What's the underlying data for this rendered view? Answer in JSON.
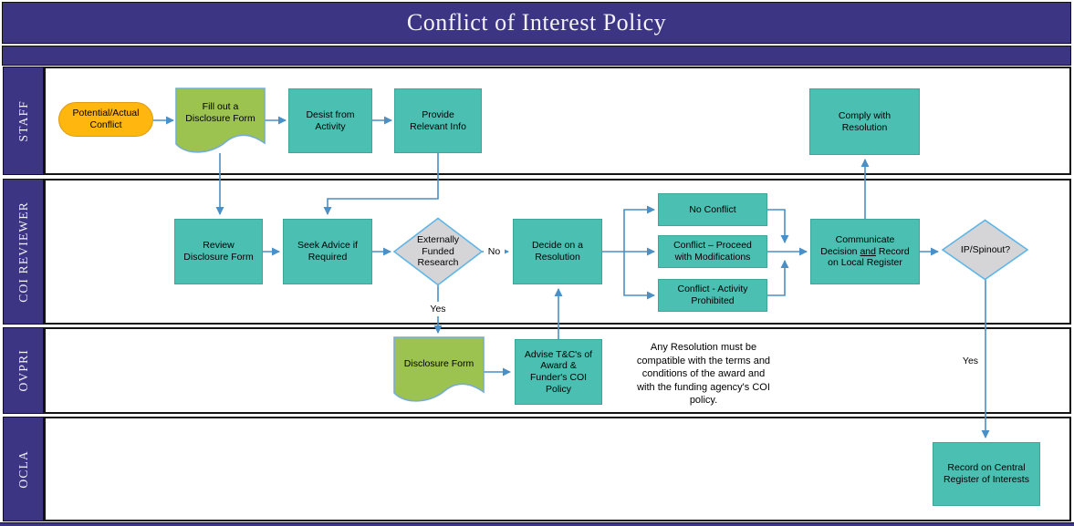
{
  "title": "Conflict of Interest Policy",
  "lanes": [
    {
      "label": "STAFF"
    },
    {
      "label": "COI REVIEWER"
    },
    {
      "label": "OVPRI"
    },
    {
      "label": "OCLA"
    }
  ],
  "nodes": {
    "potential_actual_conflict": {
      "label": "Potential/Actual Conflict",
      "shape": "terminator"
    },
    "fill_out_disclosure_form": {
      "label": "Fill out a Disclosure Form",
      "shape": "document"
    },
    "desist_from_activity": {
      "label": "Desist from Activity",
      "shape": "process"
    },
    "provide_relevant_info": {
      "label": "Provide Relevant Info",
      "shape": "process"
    },
    "comply_with_resolution": {
      "label": "Comply with Resolution",
      "shape": "process"
    },
    "review_disclosure_form": {
      "label": "Review Disclosure Form",
      "shape": "process"
    },
    "seek_advice_if_required": {
      "label": "Seek Advice if Required",
      "shape": "process"
    },
    "externally_funded_research": {
      "label": "Externally Funded Research",
      "shape": "decision"
    },
    "decide_on_a_resolution": {
      "label": "Decide on a Resolution",
      "shape": "process"
    },
    "no_conflict": {
      "label": "No Conflict",
      "shape": "process"
    },
    "conflict_proceed_with_modifications": {
      "label": "Conflict – Proceed with Modifications",
      "shape": "process"
    },
    "conflict_activity_prohibited": {
      "label": "Conflict - Activity Prohibited",
      "shape": "process"
    },
    "communicate_decision": {
      "pre": "Communicate Decision ",
      "conj": "and",
      "post": " Record on Local Register",
      "shape": "process"
    },
    "ip_spinout": {
      "label": "IP/Spinout?",
      "shape": "decision"
    },
    "disclosure_form": {
      "label": "Disclosure Form",
      "shape": "document"
    },
    "advise_tcs_of_award": {
      "label": "Advise T&C's of Award & Funder's COI Policy",
      "shape": "process"
    },
    "record_on_central_register": {
      "label": "Record on Central Register of Interests",
      "shape": "process"
    }
  },
  "edge_labels": {
    "no_externally_funded": "No",
    "yes_externally_funded": "Yes",
    "yes_ip_spinout": "Yes"
  },
  "note": "Any Resolution must be compatible with the terms and conditions of the award and with the funding agency's COI policy.",
  "colors": {
    "purple": "#3c3584",
    "teal": "#4abfb2",
    "teal_border": "#3aa79a",
    "orange": "#ffb60e",
    "orange_border": "#de9b10",
    "green": "#9cc24f",
    "green_border": "#76abd6",
    "diamond_gray": "#d5d5d7",
    "diamond_border": "#5fb5e6",
    "arrow_blue": "#4a8fc6"
  }
}
